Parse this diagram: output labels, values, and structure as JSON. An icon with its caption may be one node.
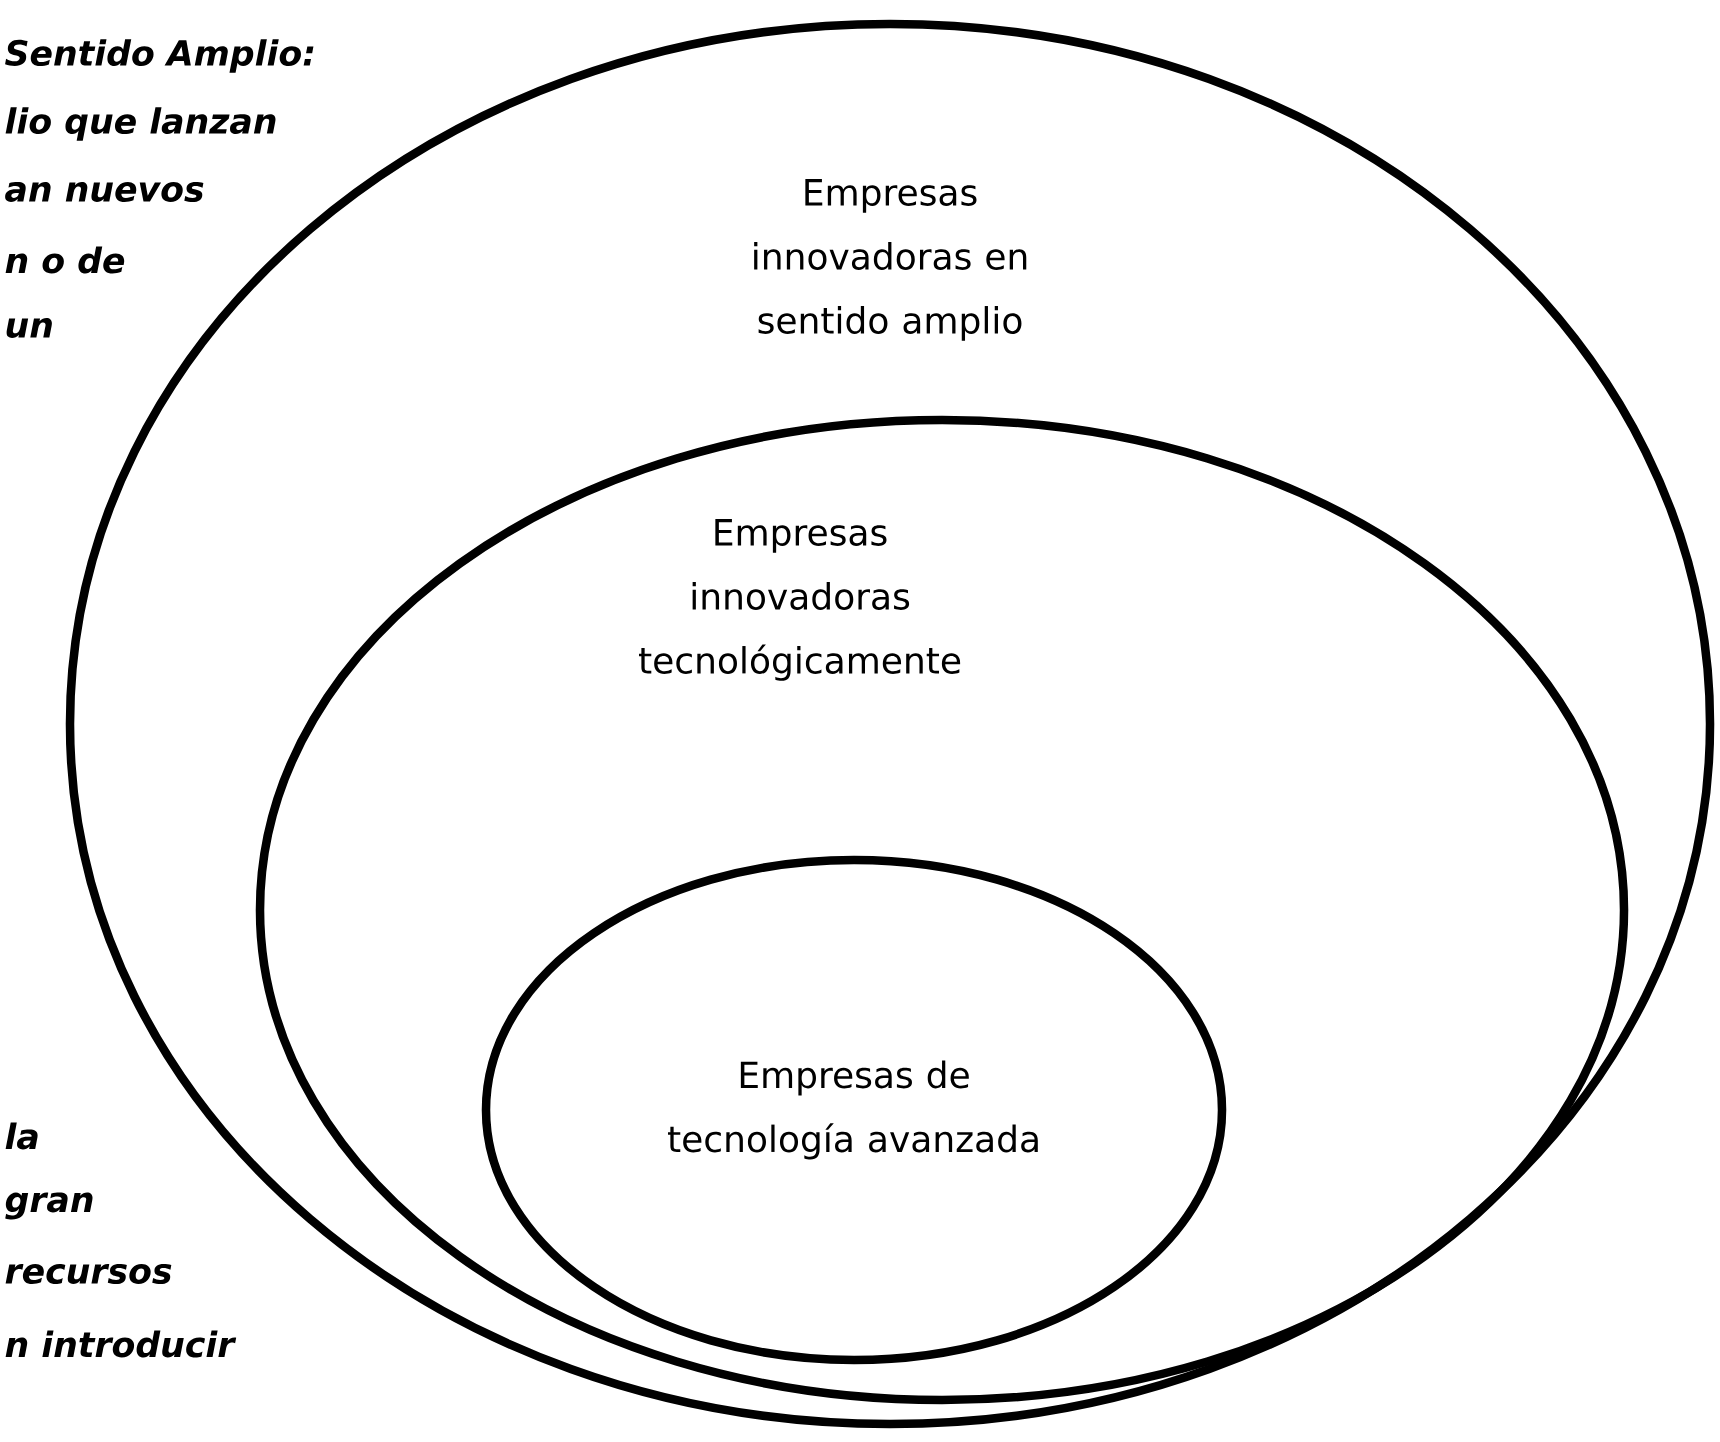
{
  "diagram": {
    "nodes": [
      {
        "text": [
          "Empresas innovadoras en sentido amplio"
        ]
      },
      {
        "text": [
          "Empresas innovadoras tecnológicamente"
        ],
        "in": 0
      },
      {
        "text": [
          "Empresas de tecnología avanzada"
        ],
        "in": 1
      }
    ],
    "labels": [
      "Sentido Amplio:",
      "lio que lanzan",
      "an nuevos",
      "n o de",
      "un",
      "la",
      "gran",
      "recursos",
      "n introducir"
    ]
  }
}
